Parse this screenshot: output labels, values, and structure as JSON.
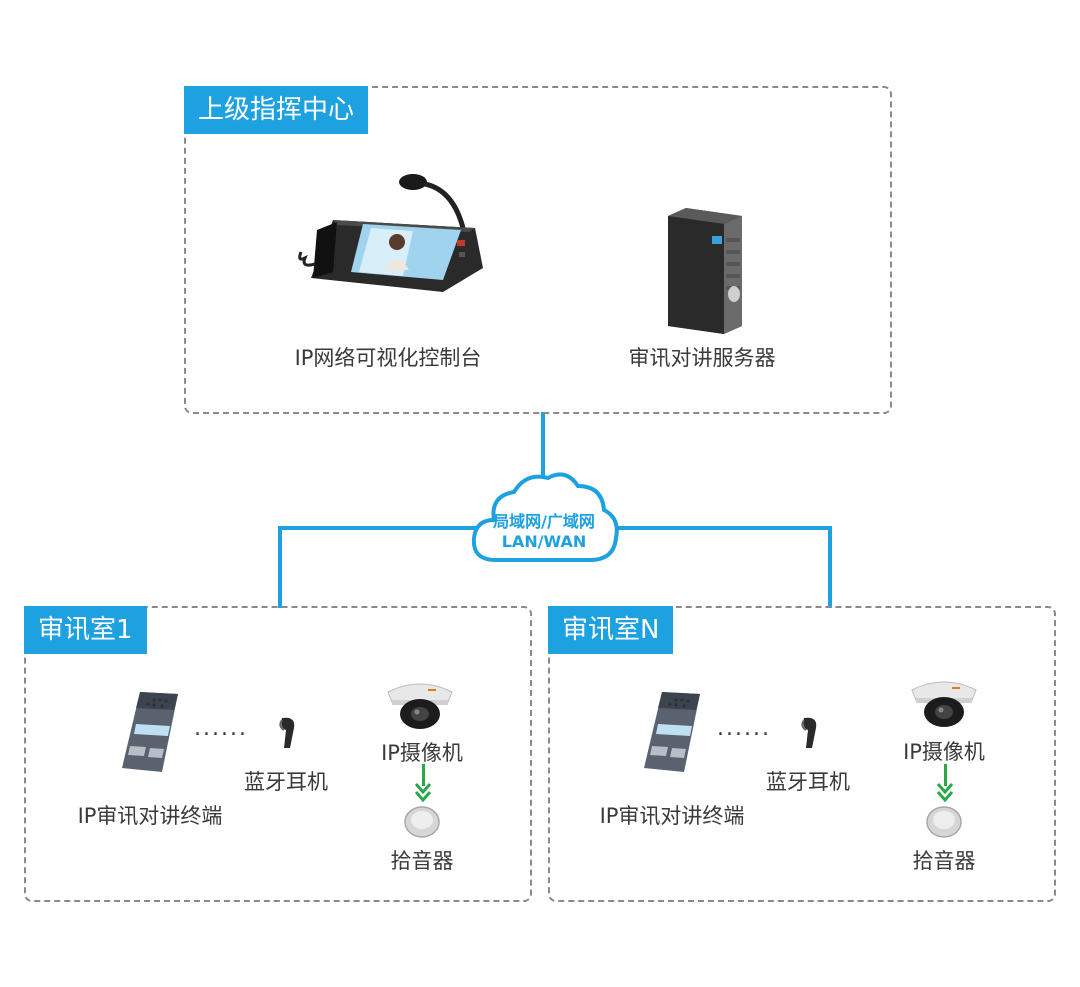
{
  "command_center": {
    "title": "上级指挥中心",
    "console_label": "IP网络可视化控制台",
    "server_label": "审讯对讲服务器"
  },
  "network": {
    "line1": "局域网/广域网",
    "line2": "LAN/WAN"
  },
  "rooms": [
    {
      "title": "审讯室1",
      "terminal_label": "IP审讯对讲终端",
      "headset_label": "蓝牙耳机",
      "camera_label": "IP摄像机",
      "pickup_label": "拾音器",
      "dots": "......"
    },
    {
      "title": "审讯室N",
      "terminal_label": "IP审讯对讲终端",
      "headset_label": "蓝牙耳机",
      "camera_label": "IP摄像机",
      "pickup_label": "拾音器",
      "dots": "......"
    }
  ],
  "colors": {
    "accent": "#1da1e0",
    "border": "#8a8a8a",
    "arrow": "#2aa84a"
  },
  "icons": [
    "console-icon",
    "server-icon",
    "cloud-icon",
    "intercom-terminal-icon",
    "bluetooth-headset-icon",
    "ip-camera-icon",
    "pickup-icon",
    "arrow-down-icon"
  ]
}
